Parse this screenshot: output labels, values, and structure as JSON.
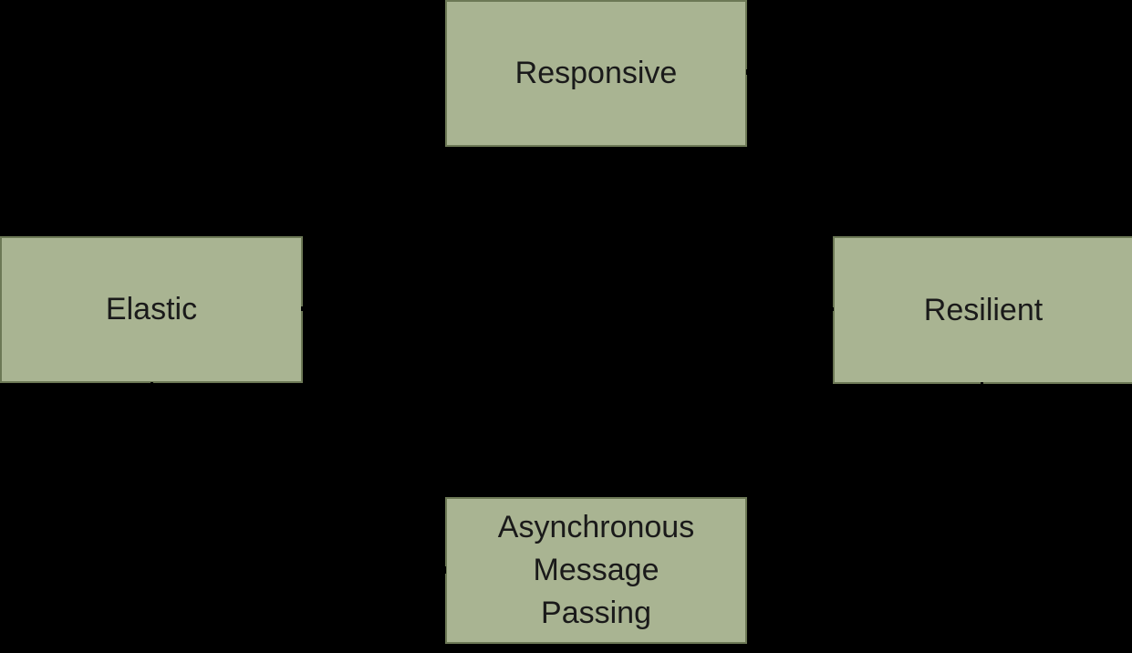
{
  "diagram": {
    "background_color": "#000000",
    "node_fill_color": "#a9b492",
    "node_border_color": "#6c7855",
    "node_text_color": "#1a1a1a",
    "nodes": [
      {
        "id": "responsive",
        "label": "Responsive"
      },
      {
        "id": "elastic",
        "label": "Elastic"
      },
      {
        "id": "resilient",
        "label": "Resilient"
      },
      {
        "id": "async-message-passing",
        "label": "Asynchronous Message Passing",
        "lines": [
          "Asynchronous",
          "Message",
          "Passing"
        ]
      }
    ]
  }
}
